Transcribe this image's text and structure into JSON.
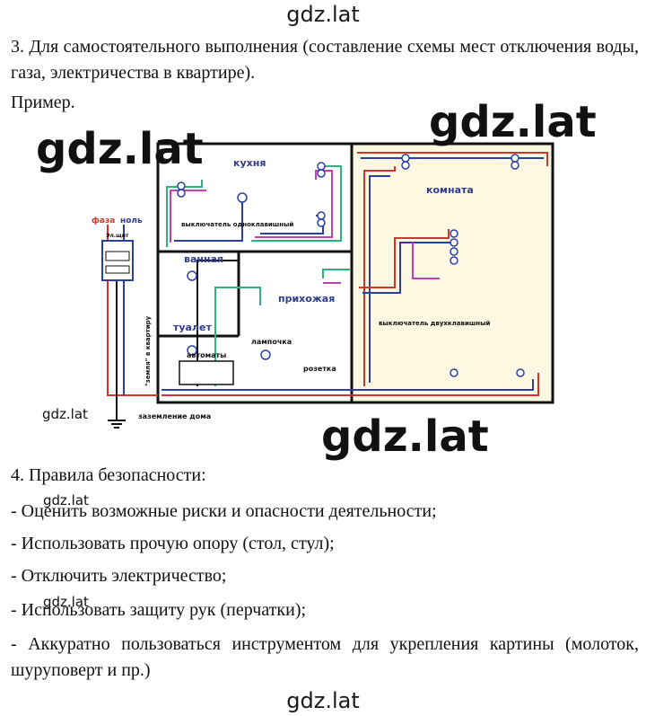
{
  "watermark": "gdz.lat",
  "task_text": "3. Для самостоятельного выполнения (составление схемы мест отключения воды, газа, электричества в квартире).",
  "example_label": "Пример.",
  "diagram": {
    "room_kitchen": "кухня",
    "room_main": "комната",
    "room_bath": "ванная",
    "room_toilet": "туалет",
    "room_hall": "прихожая",
    "phase": "фаза",
    "neutral": "ноль",
    "panel": "Эл.щит",
    "ground_into_flat": "\"земля\" в квартиру",
    "switch_single": "выключатель одноклавишный",
    "switch_double": "выключатель двухклавишный",
    "breakers": "автоматы",
    "lamp": "лампочка",
    "socket": "розетка",
    "house_ground": "заземление дома"
  },
  "rules_title": "4. Правила безопасности:",
  "rules": [
    "- Оценить возможные риски и опасности деятельности;",
    "- Использовать прочую опору (стол, стул);",
    "- Отключить электричество;",
    "- Использовать защиту рук (перчатки);",
    "- Аккуратно пользоваться инструментом для укрепления картины (молоток, шуруповерт и пр.)"
  ],
  "colors": {
    "wire_red": "#d0342c",
    "wire_blue": "#2b3fa8",
    "wire_green": "#2fb27a",
    "wire_purple": "#c040b0",
    "room_fill": "#fdf8e2",
    "label_blue": "#2e3b8f"
  }
}
